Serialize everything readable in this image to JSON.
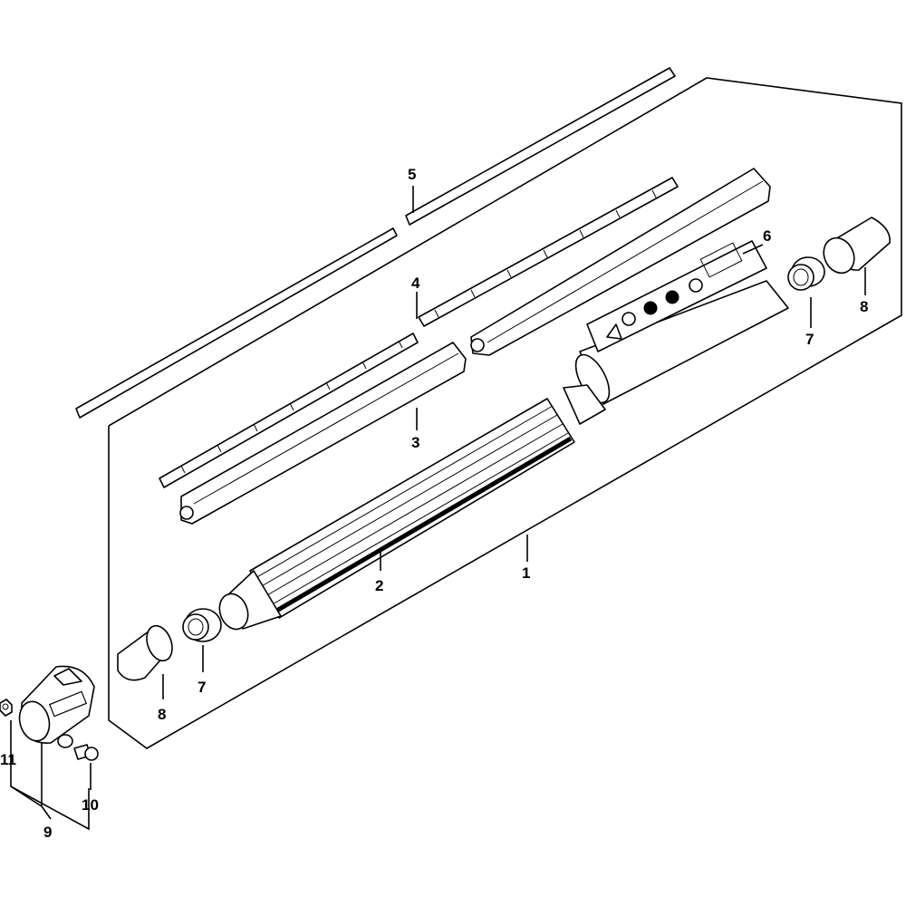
{
  "diagram": {
    "callouts": [
      {
        "id": "c1",
        "label": "1"
      },
      {
        "id": "c2",
        "label": "2"
      },
      {
        "id": "c3",
        "label": "3"
      },
      {
        "id": "c4",
        "label": "4"
      },
      {
        "id": "c5",
        "label": "5"
      },
      {
        "id": "c6",
        "label": "6"
      },
      {
        "id": "c7a",
        "label": "7"
      },
      {
        "id": "c7b",
        "label": "7"
      },
      {
        "id": "c8a",
        "label": "8"
      },
      {
        "id": "c8b",
        "label": "8"
      },
      {
        "id": "c9",
        "label": "9"
      },
      {
        "id": "c10",
        "label": "10"
      },
      {
        "id": "c11",
        "label": "11"
      }
    ]
  }
}
